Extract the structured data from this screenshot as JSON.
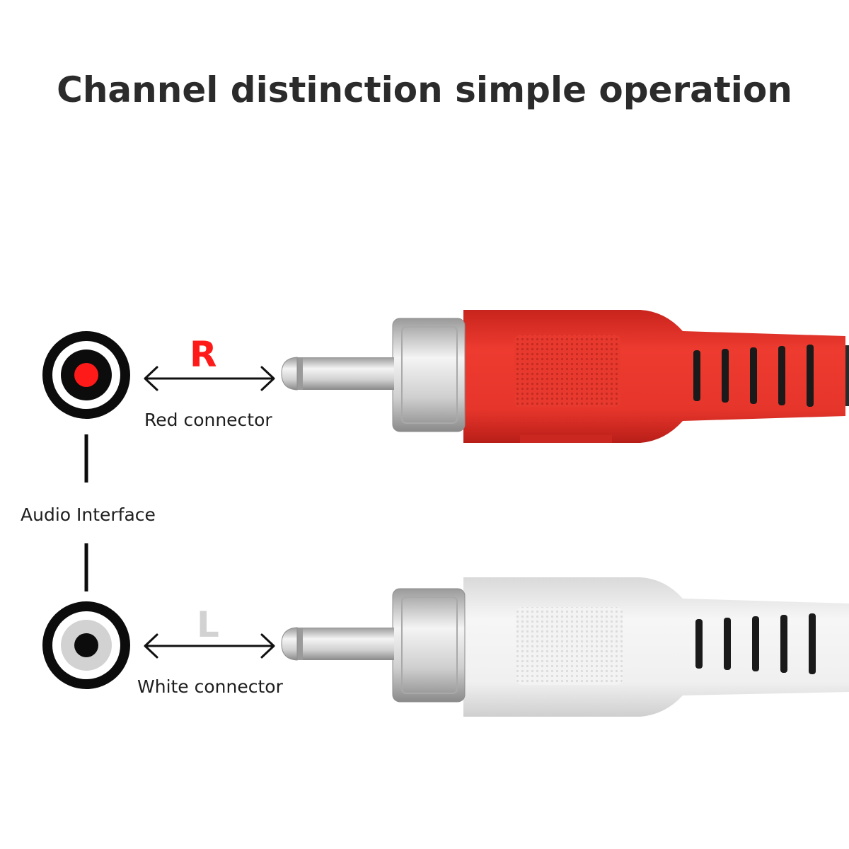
{
  "title": "Channel distinction simple operation",
  "interface_label": "Audio Interface",
  "channels": {
    "right": {
      "letter": "R",
      "connector_label": "Red connector",
      "color": "#ff1a1a",
      "plug_color": "#e8362c"
    },
    "left": {
      "letter": "L",
      "connector_label": "White connector",
      "color": "#d2d2d2",
      "plug_color": "#f2f2f2"
    }
  },
  "colors": {
    "ring": "#0c0c0c",
    "text": "#2b2b2b",
    "metal": "#c8c8c8"
  }
}
